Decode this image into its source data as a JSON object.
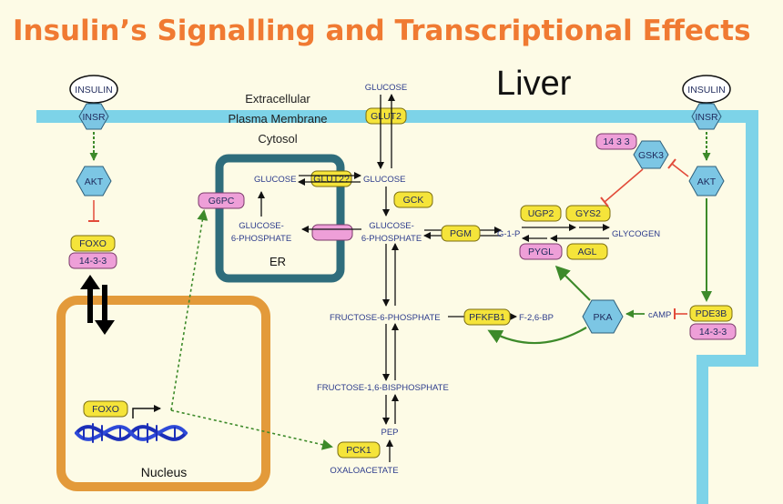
{
  "title": "Insulin’s Signalling and Transcriptional Effects",
  "tissue": "Liver",
  "membrane": {
    "outside": "Extracellular",
    "membrane": "Plasma Membrane",
    "inside": "Cytosol"
  },
  "nodes": {
    "insulin_left": "INSULIN",
    "insulin_right": "INSULIN",
    "insr_left": "INSR",
    "insr_right": "INSR",
    "akt_left": "AKT",
    "akt_right": "AKT",
    "foxo_top": "FOXO",
    "p1433_left": "14-3-3",
    "glut2": "GLUT2",
    "glut2_er": "GLUT2?",
    "g6pc": "G6PC",
    "gck": "GCK",
    "pgm": "PGM",
    "ugp2": "UGP2",
    "gys2": "GYS2",
    "pygl": "PYGL",
    "agl": "AGL",
    "p1433_top": "14 3 3",
    "gsk3": "GSK3",
    "pde3b": "PDE3B",
    "p1433_right": "14-3-3",
    "pka": "PKA",
    "pfkfb1": "PFKFB1",
    "pck1": "PCK1",
    "foxo_nucleus": "FOXO"
  },
  "metabolites": {
    "glucose_ext": "GLUCOSE",
    "glucose_cyt": "GLUCOSE",
    "glucose_er": "GLUCOSE",
    "g6p_er_1": "GLUCOSE-",
    "g6p_er_2": "6-PHOSPHATE",
    "g6p_cyt_1": "GLUCOSE-",
    "g6p_cyt_2": "6-PHOSPHATE",
    "g1p": "G-1-P",
    "glycogen": "GLYCOGEN",
    "camp": "cAMP",
    "f6p": "FRUCTOSE-6-PHOSPHATE",
    "f26bp": "F-2,6-BP",
    "f16bp": "FRUCTOSE-1,6-BISPHOSPHATE",
    "pep": "PEP",
    "oaa": "OXALOACETATE"
  },
  "compartments": {
    "er": "ER",
    "nucleus": "Nucleus"
  },
  "colors": {
    "title": "#f07a32",
    "membrane": "#7dd3e8",
    "er": "#2f6d7c",
    "nucleus": "#e39a3a",
    "yellow_node": "#f5e43a",
    "pink_node": "#ee9fd8",
    "hex_node": "#7cc6e4",
    "green_arrow": "#3d8a2a",
    "inhibit_red": "#e24b3a"
  },
  "icons": {
    "dna": "dna-helix-icon",
    "promoter": "promoter-arrow-icon"
  }
}
